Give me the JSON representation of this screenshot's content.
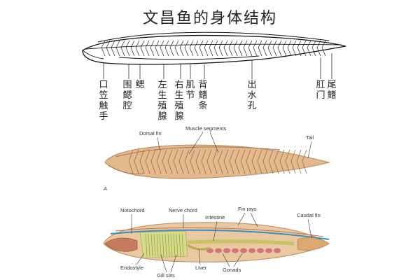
{
  "title": "文昌鱼的身体结构",
  "top_labels": [
    {
      "id": "oral-cirri",
      "chars": [
        "口",
        "笠",
        "触",
        "手"
      ]
    },
    {
      "id": "atrium",
      "chars": [
        "围",
        "鳃",
        "腔"
      ]
    },
    {
      "id": "gill",
      "chars": [
        "鳃"
      ]
    },
    {
      "id": "left-gonad",
      "chars": [
        "左",
        "生",
        "殖",
        "腺"
      ]
    },
    {
      "id": "right-gonad",
      "chars": [
        "右",
        "生",
        "殖",
        "腺"
      ]
    },
    {
      "id": "myomere",
      "chars": [
        "肌",
        "节"
      ]
    },
    {
      "id": "dorsal-fin",
      "chars": [
        "背",
        "鳍",
        "条"
      ]
    },
    {
      "id": "atriopore",
      "chars": [
        "出",
        "水",
        "孔"
      ]
    },
    {
      "id": "anus",
      "chars": [
        "肛",
        "门"
      ]
    },
    {
      "id": "tail-fin",
      "chars": [
        "尾",
        "鳍"
      ]
    }
  ],
  "middle": {
    "letter": "A",
    "labels": {
      "dorsal_fin": "Dorsal fin",
      "muscle_segments": "Muscle segments",
      "tail": "Tail"
    }
  },
  "bottom": {
    "labels": {
      "notochord": "Notochord",
      "nerve_chord": "Nerve chord",
      "intestine": "Intestine",
      "fin_rays": "Fin rays",
      "caudal_fin": "Caudal fin",
      "endostyle": "Endostyle",
      "gill_slits": "Gill slits",
      "liver": "Liver",
      "gonads": "Gonads"
    }
  },
  "colors": {
    "body_tan": "#e2b88c",
    "body_dark": "#b98860",
    "notochord": "#3a8fbf",
    "gonad": "#d07878",
    "gut": "#c9c06a"
  }
}
